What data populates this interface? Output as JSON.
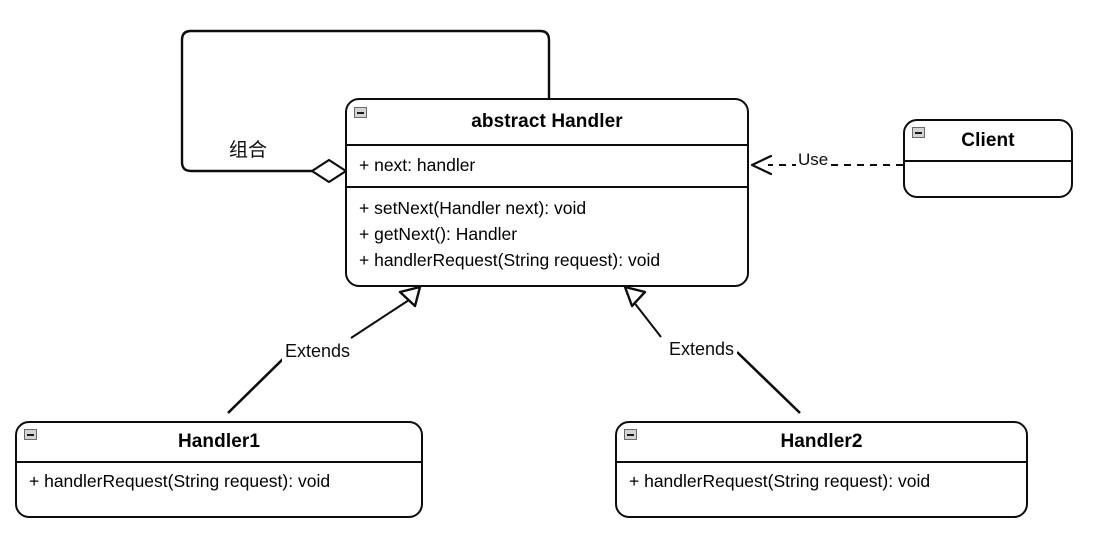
{
  "diagram": {
    "title": "Chain of Responsibility UML class diagram",
    "stroke_color": "#0d0d0d",
    "background_color": "#ffffff",
    "icon_fill_color": "#d4d4d4"
  },
  "classes": {
    "handler": {
      "name": "abstract Handler",
      "collapse_icon": "minus-icon",
      "attributes": [
        "+ next: handler"
      ],
      "operations": [
        "+ setNext(Handler next): void",
        "+ getNext():  Handler",
        "+ handlerRequest(String request): void"
      ]
    },
    "client": {
      "name": "Client",
      "collapse_icon": "minus-icon",
      "attributes": [],
      "operations": []
    },
    "handler1": {
      "name": "Handler1",
      "collapse_icon": "minus-icon",
      "operations": [
        "+ handlerRequest(String request): void"
      ]
    },
    "handler2": {
      "name": "Handler2",
      "collapse_icon": "minus-icon",
      "operations": [
        "+ handlerRequest(String request): void"
      ]
    }
  },
  "relationships": {
    "composition": {
      "label": "组合",
      "type": "aggregation-self-loop",
      "from": "abstract Handler",
      "to": "abstract Handler",
      "marker": "hollow-diamond"
    },
    "use": {
      "label": "Use",
      "type": "dependency",
      "from": "Client",
      "to": "abstract Handler",
      "marker": "open-arrow",
      "line_style": "dashed"
    },
    "extends_left": {
      "label": "Extends",
      "type": "generalization",
      "from": "Handler1",
      "to": "abstract Handler",
      "marker": "hollow-triangle"
    },
    "extends_right": {
      "label": "Extends",
      "type": "generalization",
      "from": "Handler2",
      "to": "abstract Handler",
      "marker": "hollow-triangle"
    }
  }
}
